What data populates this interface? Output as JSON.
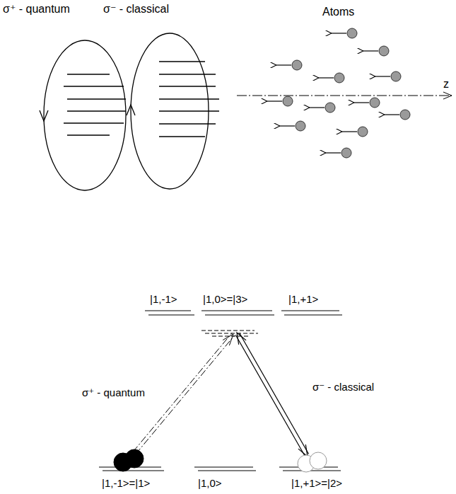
{
  "diagram": {
    "labels": [
      "σ⁺ - quantum",
      "σ⁻ - classical",
      "Atoms",
      "z",
      "|1,-1>",
      "|1,0>=|3>",
      "|1,+1>",
      "σ⁺ - quantum",
      "σ⁻ - classical",
      "|1,-1>=|1>",
      "|1,0>",
      "|1,+1>=|2>"
    ]
  }
}
